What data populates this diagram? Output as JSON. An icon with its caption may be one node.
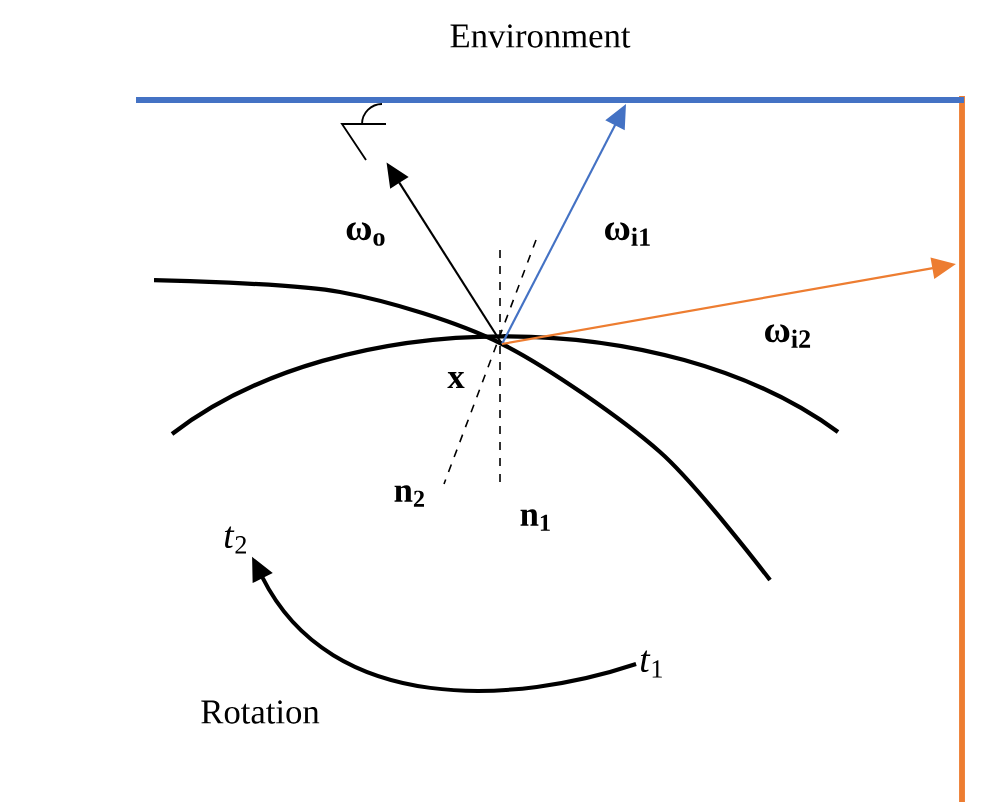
{
  "diagram": {
    "title": "Environment",
    "nodes": [
      {
        "text": [
          "x"
        ]
      },
      {
        "text": [
          "*t*$_{2}$"
        ]
      },
      {
        "text": [
          "*t*$_{1}$"
        ]
      },
      {
        "text": [],
        "shape": "eye"
      }
    ],
    "edges": [
      {
        "from": 0,
        "to": 3,
        "arrow": "to",
        "label": "ω$_{o}$"
      },
      {
        "from": 0,
        "to": null,
        "arrow": "to",
        "label": "ω$_{i1}$",
        "color": "#4472c4"
      },
      {
        "from": 0,
        "to": null,
        "arrow": "to",
        "label": "ω$_{i2}$",
        "color": "#ed7d31"
      },
      {
        "from": 2,
        "to": 1,
        "arrow": "to"
      }
    ],
    "labels": [
      "n$_{2}$",
      "n$_{1}$",
      "Rotation"
    ]
  }
}
